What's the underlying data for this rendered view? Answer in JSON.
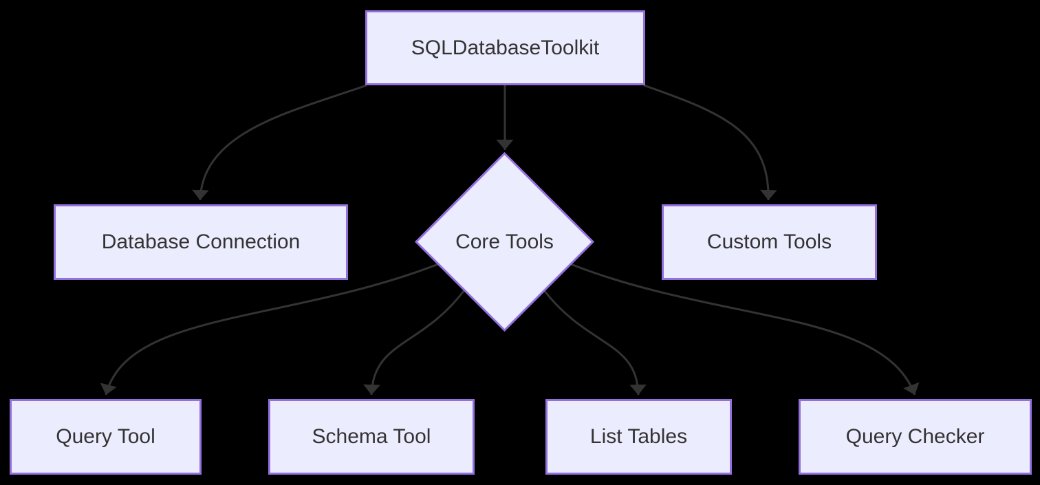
{
  "diagram": {
    "type": "flowchart",
    "colors": {
      "background": "#000000",
      "node_fill": "#ECECFF",
      "node_border": "#9370DB",
      "edge_color": "#333333",
      "text_color": "#333333"
    },
    "nodes": {
      "toolkit": {
        "label": "SQLDatabaseToolkit",
        "shape": "rect"
      },
      "database_connection": {
        "label": "Database Connection",
        "shape": "rect"
      },
      "core_tools": {
        "label": "Core Tools",
        "shape": "diamond"
      },
      "custom_tools": {
        "label": "Custom Tools",
        "shape": "rect"
      },
      "query_tool": {
        "label": "Query Tool",
        "shape": "rect"
      },
      "schema_tool": {
        "label": "Schema Tool",
        "shape": "rect"
      },
      "list_tables": {
        "label": "List Tables",
        "shape": "rect"
      },
      "query_checker": {
        "label": "Query Checker",
        "shape": "rect"
      }
    },
    "edges": [
      {
        "from": "toolkit",
        "to": "database_connection"
      },
      {
        "from": "toolkit",
        "to": "core_tools"
      },
      {
        "from": "toolkit",
        "to": "custom_tools"
      },
      {
        "from": "core_tools",
        "to": "query_tool"
      },
      {
        "from": "core_tools",
        "to": "schema_tool"
      },
      {
        "from": "core_tools",
        "to": "list_tables"
      },
      {
        "from": "core_tools",
        "to": "query_checker"
      }
    ]
  }
}
